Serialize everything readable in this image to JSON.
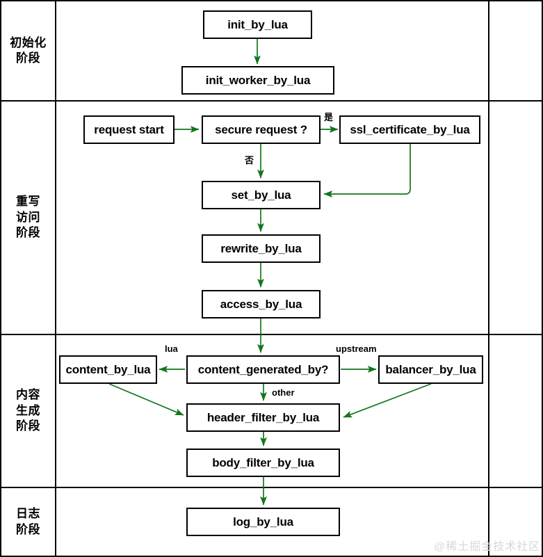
{
  "diagram": {
    "title": "OpenResty / Nginx Lua request processing phases",
    "accent_arrow_color": "#13761d",
    "border_color": "#000000",
    "background_color": "#ffffff"
  },
  "phases": [
    {
      "id": "init",
      "label_lines": [
        "初始化",
        "阶段"
      ]
    },
    {
      "id": "rewrite",
      "label_lines": [
        "重写",
        "访问",
        "阶段"
      ]
    },
    {
      "id": "content",
      "label_lines": [
        "内容",
        "生成",
        "阶段"
      ]
    },
    {
      "id": "log",
      "label_lines": [
        "日志",
        "阶段"
      ]
    }
  ],
  "nodes": {
    "init_by_lua": "init_by_lua",
    "init_worker_by_lua": "init_worker_by_lua",
    "request_start": "request start",
    "secure_request": "secure request ?",
    "ssl_certificate_by_lua": "ssl_certificate_by_lua",
    "set_by_lua": "set_by_lua",
    "rewrite_by_lua": "rewrite_by_lua",
    "access_by_lua": "access_by_lua",
    "content_by_lua": "content_by_lua",
    "content_generated_by": "content_generated_by?",
    "balancer_by_lua": "balancer_by_lua",
    "header_filter_by_lua": "header_filter_by_lua",
    "body_filter_by_lua": "body_filter_by_lua",
    "log_by_lua": "log_by_lua"
  },
  "edge_labels": {
    "secure_yes": "是",
    "secure_no": "否",
    "content_lua": "lua",
    "content_upstream": "upstream",
    "content_other": "other"
  },
  "watermark": {
    "text": "@稀土掘金技术社区"
  }
}
